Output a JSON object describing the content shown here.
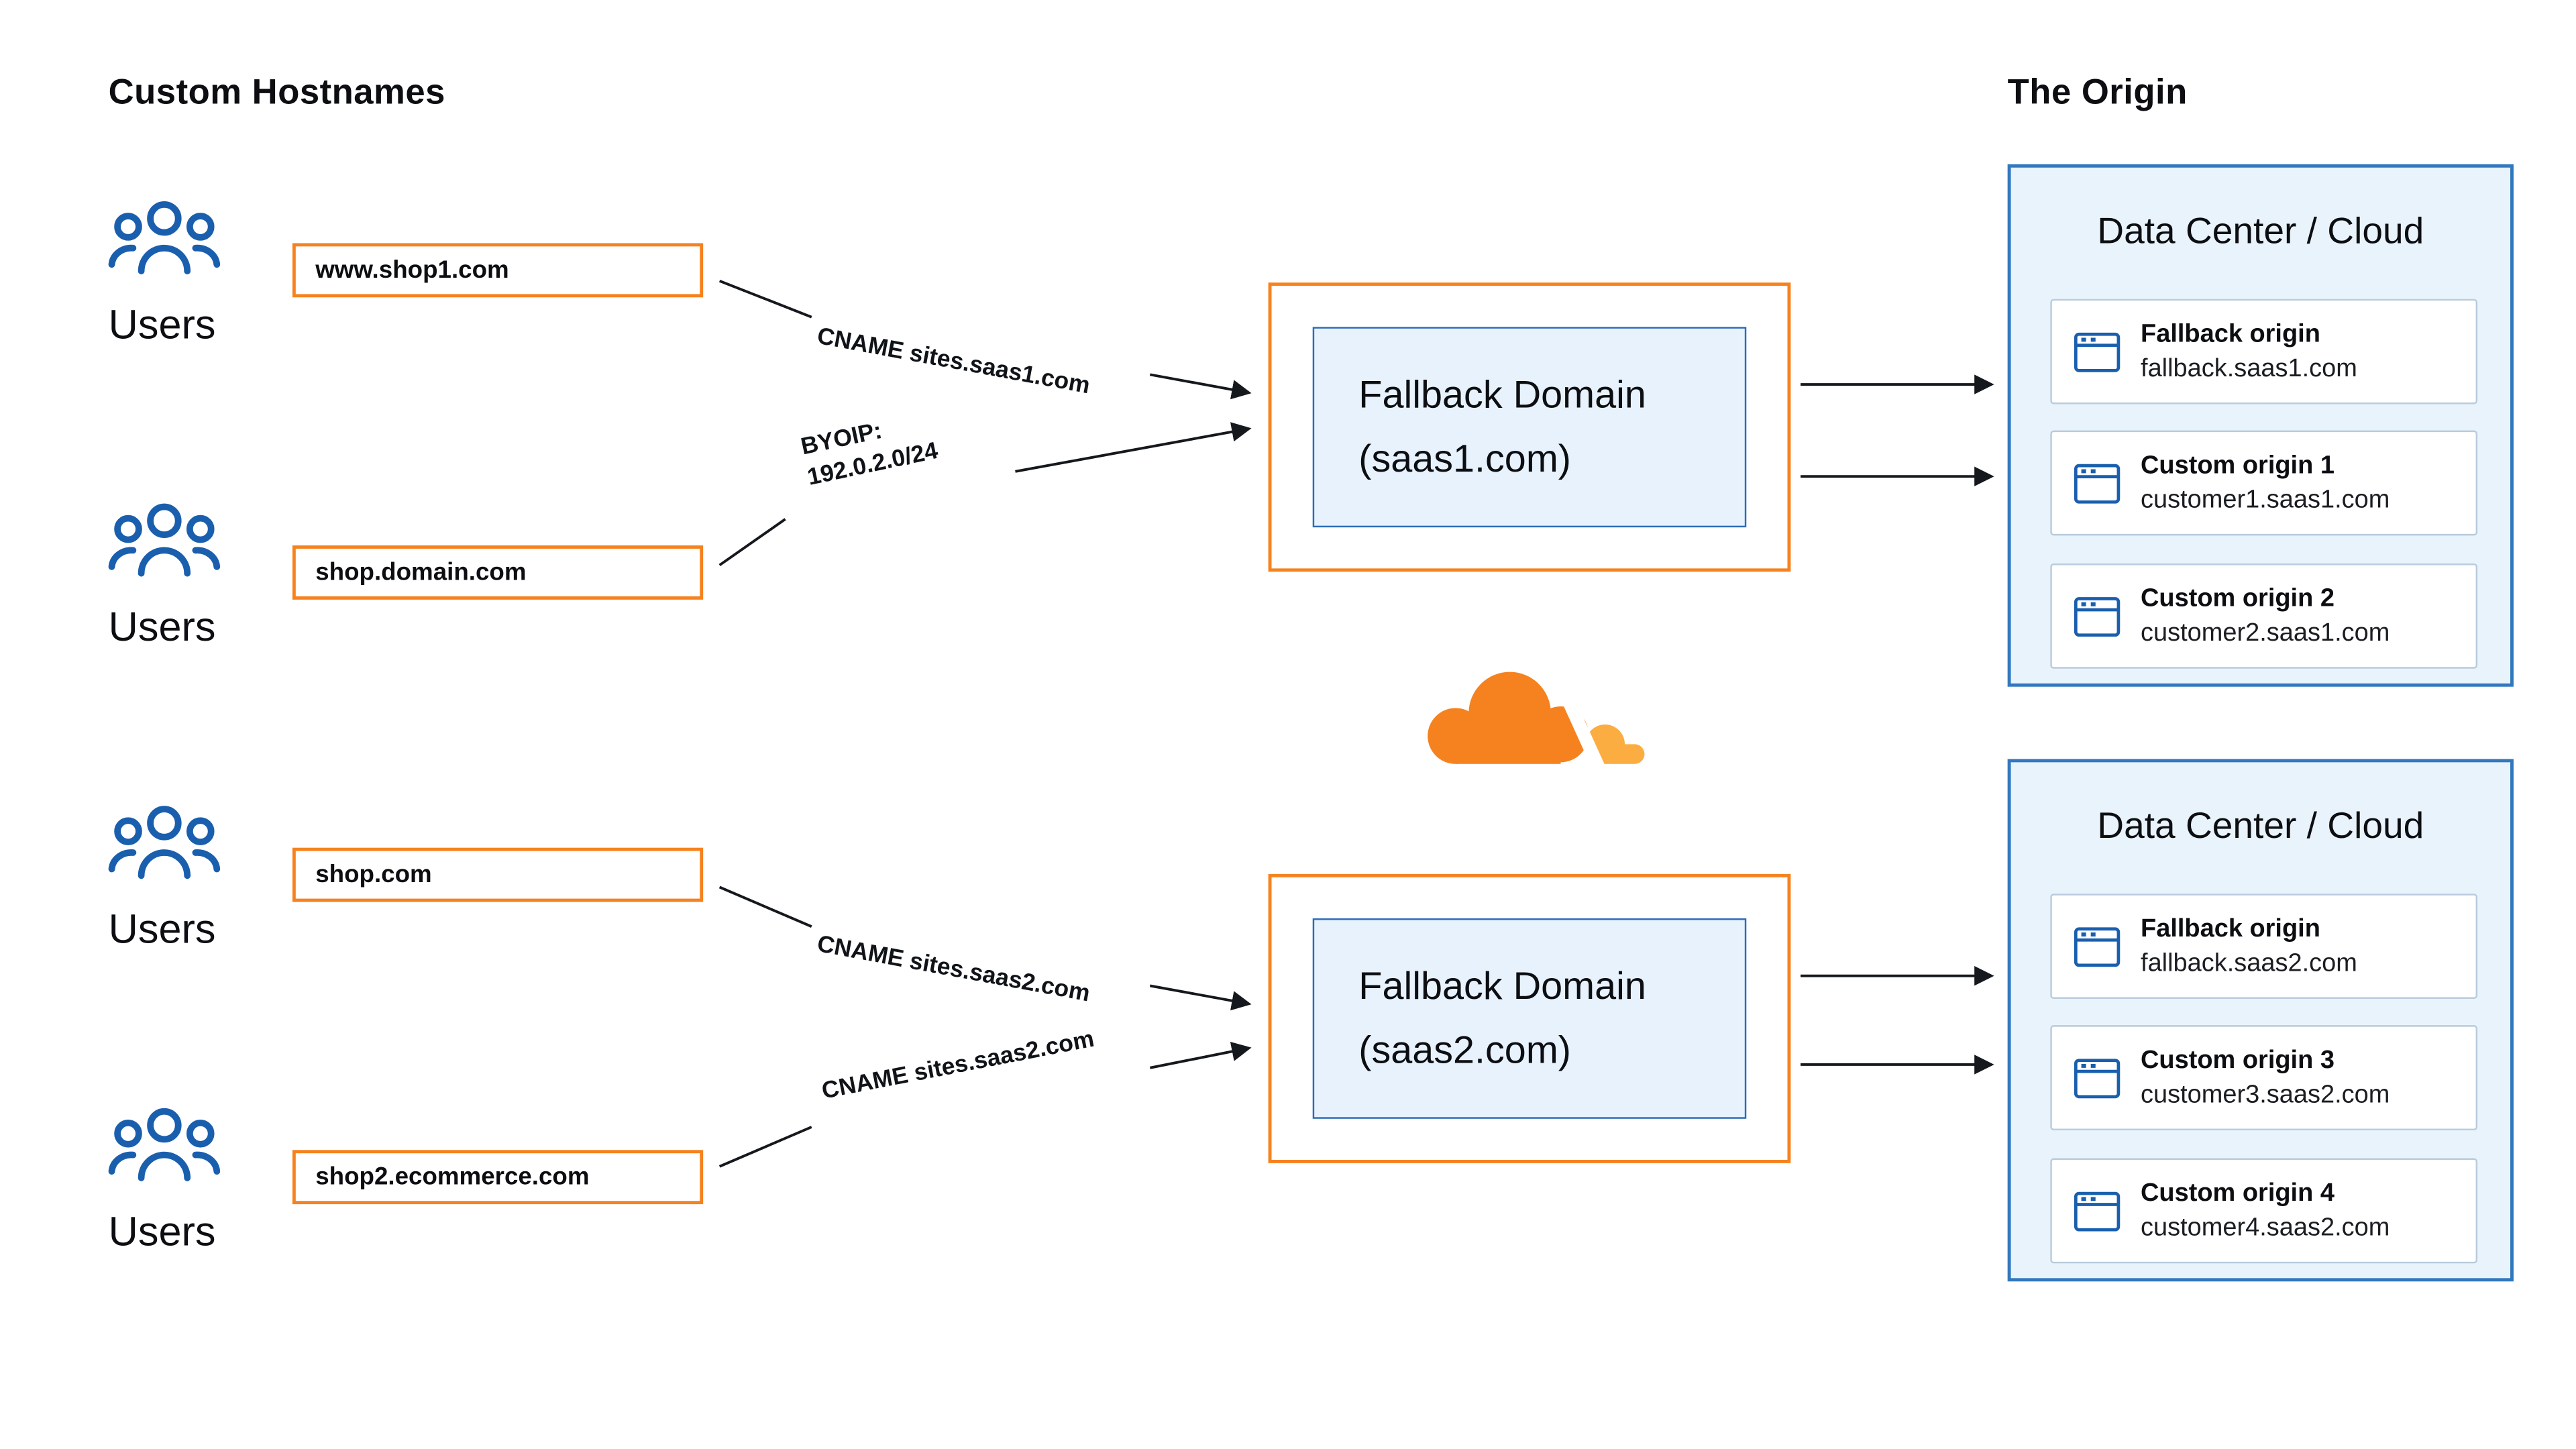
{
  "diagram": {
    "headings": {
      "left": "Custom Hostnames",
      "right": "The Origin"
    },
    "users_label": "Users",
    "hostnames": [
      {
        "label": "www.shop1.com"
      },
      {
        "label": "shop.domain.com"
      },
      {
        "label": "shop.com"
      },
      {
        "label": "shop2.ecommerce.com"
      }
    ],
    "connections": [
      {
        "from": "www.shop1.com",
        "to": "Fallback Domain (saas1.com)",
        "label": "CNAME sites.saas1.com"
      },
      {
        "from": "shop.domain.com",
        "to": "Fallback Domain (saas1.com)",
        "label": "BYOIP: 192.0.2.0/24",
        "label_lines": [
          "BYOIP:",
          "192.0.2.0/24"
        ]
      },
      {
        "from": "shop.com",
        "to": "Fallback Domain (saas2.com)",
        "label": "CNAME sites.saas2.com"
      },
      {
        "from": "shop2.ecommerce.com",
        "to": "Fallback Domain (saas2.com)",
        "label": "CNAME sites.saas2.com"
      }
    ],
    "fallback_domains": [
      {
        "title": "Fallback Domain",
        "subtitle": "(saas1.com)"
      },
      {
        "title": "Fallback Domain",
        "subtitle": "(saas2.com)"
      }
    ],
    "data_centers": [
      {
        "title": "Data Center / Cloud",
        "origins": [
          {
            "name": "Fallback origin",
            "host": "fallback.saas1.com"
          },
          {
            "name": "Custom origin 1",
            "host": "customer1.saas1.com"
          },
          {
            "name": "Custom origin 2",
            "host": "customer2.saas1.com"
          }
        ]
      },
      {
        "title": "Data Center / Cloud",
        "origins": [
          {
            "name": "Fallback origin",
            "host": "fallback.saas2.com"
          },
          {
            "name": "Custom origin 3",
            "host": "customer3.saas2.com"
          },
          {
            "name": "Custom origin 4",
            "host": "customer4.saas2.com"
          }
        ]
      }
    ],
    "icons": {
      "users": "users-group-icon",
      "origin": "browser-window-icon",
      "logo": "cloudflare-logo"
    },
    "colors": {
      "orange": "#F6821F",
      "amber": "#FBAD41",
      "blue_icon": "#1A5FAE",
      "panel_border": "#3178BE",
      "panel_fill": "#E9F3FB",
      "inner_fill": "#E7F2FC",
      "inner_border": "#2B6CB8",
      "arrow": "#15181D",
      "text": "#0C0E12"
    }
  }
}
